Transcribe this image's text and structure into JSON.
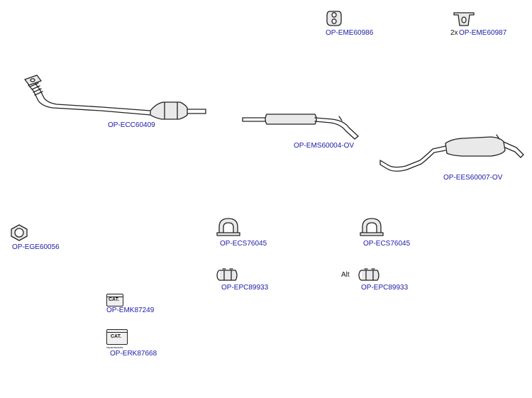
{
  "parts": {
    "eme60986": {
      "code": "OP-EME60986",
      "icon": "rubber-hanger-icon"
    },
    "eme60987": {
      "qty": "2x",
      "code": "OP-EME60987",
      "icon": "mounting-bracket-icon"
    },
    "ecc60409": {
      "code": "OP-ECC60409",
      "icon": "catalytic-converter-front-pipe-icon"
    },
    "ems60004": {
      "code": "OP-EMS60004-OV",
      "icon": "middle-silencer-icon"
    },
    "ees60007": {
      "code": "OP-EES60007-OV",
      "icon": "rear-silencer-icon"
    },
    "ege60056": {
      "code": "OP-EGE60056",
      "icon": "gasket-ring-icon"
    },
    "ecs76045_a": {
      "code": "OP-ECS76045",
      "icon": "pipe-clamp-icon"
    },
    "ecs76045_b": {
      "code": "OP-ECS76045",
      "icon": "pipe-clamp-icon"
    },
    "epc89933_a": {
      "code": "OP-EPC89933",
      "icon": "pipe-connector-icon"
    },
    "epc89933_b": {
      "prefix": "Alt",
      "code": "OP-EPC89933",
      "icon": "pipe-connector-icon"
    },
    "emk87249": {
      "code": "OP-EMK87249",
      "icon_text": "CAT.",
      "icon": "cat-mounting-kit-icon"
    },
    "erk87668": {
      "code": "OP-ERK87668",
      "icon_text": "CAT.",
      "icon_subtext": "reparatursatz",
      "icon": "cat-repair-kit-icon"
    }
  },
  "colors": {
    "label": "#1a1aa6",
    "line": "#222222",
    "fill": "#e9e9e9"
  }
}
